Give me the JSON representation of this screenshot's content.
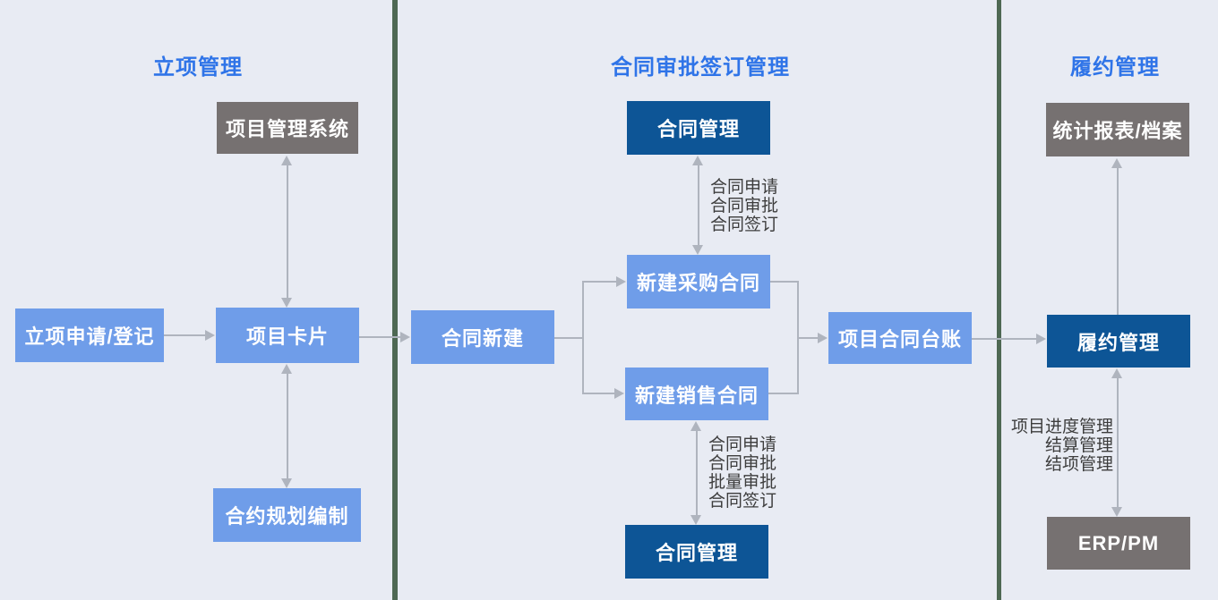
{
  "colors": {
    "background": "#e8ebf3",
    "section_title": "#2f74e8",
    "box_light_blue": "#6f9de9",
    "box_dark_blue": "#0d5596",
    "box_gray": "#767171",
    "connector": "#afb4be",
    "divider": "#4e6853",
    "annotation_text": "#3d3d3d"
  },
  "sections": {
    "initiation": {
      "title": "立项管理"
    },
    "contract": {
      "title": "合同审批签订管理"
    },
    "performance": {
      "title": "履约管理"
    }
  },
  "nodes": {
    "project_mgmt_system": {
      "label": "项目管理系统",
      "type": "gray"
    },
    "initiation_apply": {
      "label": "立项申请/登记",
      "type": "light-blue"
    },
    "project_card": {
      "label": "项目卡片",
      "type": "light-blue"
    },
    "contract_plan": {
      "label": "合约规划编制",
      "type": "light-blue"
    },
    "contract_new": {
      "label": "合同新建",
      "type": "light-blue"
    },
    "contract_mgmt_top": {
      "label": "合同管理",
      "type": "dark-blue"
    },
    "new_purchase_contract": {
      "label": "新建采购合同",
      "type": "light-blue"
    },
    "new_sales_contract": {
      "label": "新建销售合同",
      "type": "light-blue"
    },
    "contract_mgmt_bottom": {
      "label": "合同管理",
      "type": "dark-blue"
    },
    "project_contract_ledger": {
      "label": "项目合同台账",
      "type": "light-blue"
    },
    "stat_report_archive": {
      "label": "统计报表/档案",
      "type": "gray"
    },
    "performance_mgmt": {
      "label": "履约管理",
      "type": "dark-blue"
    },
    "erp_pm": {
      "label": "ERP/PM",
      "type": "gray"
    }
  },
  "annotations": {
    "contract_top_flow": {
      "lines": [
        "合同申请",
        "合同审批",
        "合同签订"
      ]
    },
    "contract_bottom_flow": {
      "lines": [
        "合同申请",
        "合同审批",
        "批量审批",
        "合同签订"
      ]
    },
    "performance_flow": {
      "lines": [
        "项目进度管理",
        "结算管理",
        "结项管理"
      ]
    }
  }
}
